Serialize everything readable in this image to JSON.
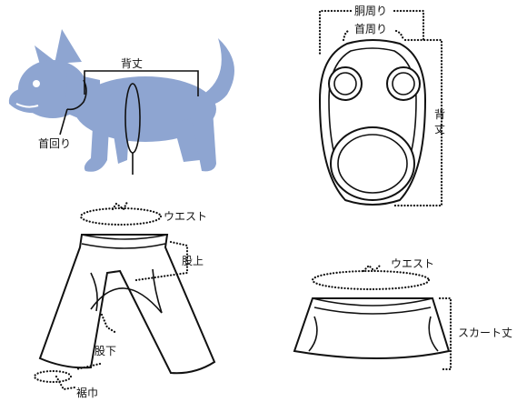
{
  "labels": {
    "dog_back_length": "背丈",
    "dog_neck": "首回り",
    "harness_chest": "胴周り",
    "harness_neck": "首周り",
    "harness_back_length": "背丈",
    "pants_waist": "ウエスト",
    "pants_rise": "股上",
    "pants_inseam": "股下",
    "pants_hem": "裾巾",
    "skirt_waist": "ウエスト",
    "skirt_length": "スカート丈"
  },
  "colors": {
    "dog": "#8ea5d1",
    "ink": "#111111"
  }
}
